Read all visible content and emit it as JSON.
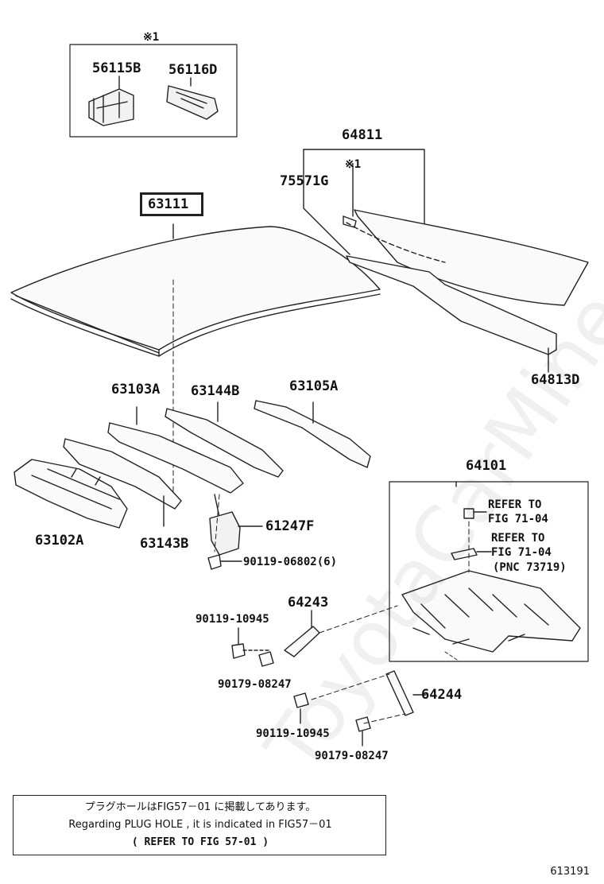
{
  "inset_marker_top": "※1",
  "inset_marker_glass": "※1",
  "parts": {
    "p56115B": "56115B",
    "p56116D": "56116D",
    "p64811": "64811",
    "p75571G": "75571G",
    "p63111": "63111",
    "p64813D": "64813D",
    "p63103A": "63103A",
    "p63144B": "63144B",
    "p63105A": "63105A",
    "p64101": "64101",
    "p63102A": "63102A",
    "p63143B": "63143B",
    "p61247F": "61247F",
    "p90119_06802": "90119-06802(6)",
    "p64243": "64243",
    "p90119_10945_a": "90119-10945",
    "p90179_08247_a": "90179-08247",
    "p64244": "64244",
    "p90119_10945_b": "90119-10945",
    "p90179_08247_b": "90179-08247"
  },
  "refs": {
    "r1_line1": "REFER TO",
    "r1_line2": "FIG 71-04",
    "r2_line1": "REFER TO",
    "r2_line2": "FIG 71-04",
    "r2_line3": "(PNC 73719)"
  },
  "note": {
    "line_jp": "プラグホールはFIG57－01 に掲載してあります。",
    "line_en": "Regarding  PLUG HOLE , it is indicated  in  FIG57－01",
    "line_ref": "(    REFER TO FIG 57-01  )"
  },
  "watermark": "ToyotaCarMine.ru",
  "figure_number": "613191"
}
